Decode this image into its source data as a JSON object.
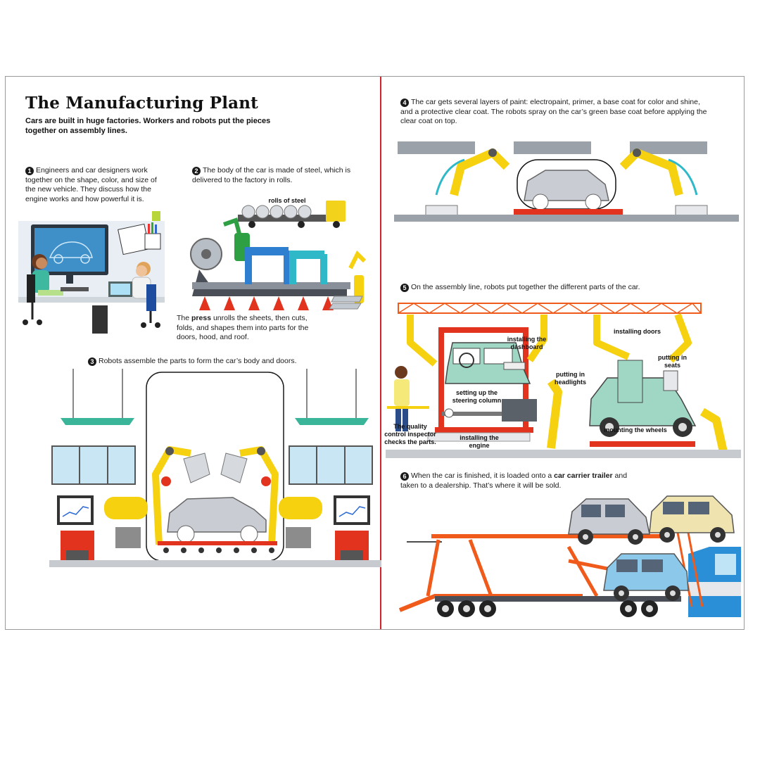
{
  "page": {
    "title": "The Manufacturing Plant",
    "intro": "Cars are built in huge factories. Workers and robots put the pieces together on assembly lines."
  },
  "steps": [
    {
      "number": "1",
      "text": "Engineers and car designers work together on the shape, color, and size of the new vehicle. They discuss how the engine works and how powerful it is."
    },
    {
      "number": "2",
      "text": "The body of the car is made of steel, which is delivered to the factory in rolls."
    },
    {
      "number": "3",
      "text": "Robots assemble the parts to form the car’s body and doors."
    },
    {
      "number": "4",
      "text": "The car gets several layers of paint: electropaint, primer, a base coat for color and shine, and a protective clear coat. The robots spray on the car’s green base coat before applying the clear coat on top."
    },
    {
      "number": "5",
      "text": "On the assembly line, robots put together the different parts of the car."
    },
    {
      "number": "6",
      "text_before": "When the car is finished, it is loaded onto a ",
      "text_bold": "car carrier trailer",
      "text_after": " and taken to a dealership. That’s where it will be sold."
    }
  ],
  "press_caption": {
    "before": "The ",
    "bold": "press",
    "after": " unrolls the sheets, then cuts, folds, and shapes them into parts for the doors, hood, and roof."
  },
  "labels": {
    "rolls_of_steel": "rolls of steel",
    "installing_dashboard": "installing the dashboard",
    "installing_doors": "installing doors",
    "putting_seats": "putting in seats",
    "putting_headlights": "putting in headlights",
    "steering_column": "setting up the steering column",
    "installing_engine": "installing the engine",
    "mounting_wheels": "mounting the wheels",
    "quality_inspector": "The quality control inspector checks the parts."
  },
  "colors": {
    "gutter": "#d2232a",
    "robot_yellow": "#f5d10f",
    "robot_grey": "#8c8c8c",
    "conveyor_red": "#e2331f",
    "lamp_teal": "#3bb59a",
    "truck_blue": "#2a8fd6",
    "trailer_orange": "#f05a1a",
    "car_silver": "#c9ccd3",
    "car_green": "#9fd7c4",
    "car_cream": "#efe3b0",
    "car_blue": "#8cc8ea"
  }
}
